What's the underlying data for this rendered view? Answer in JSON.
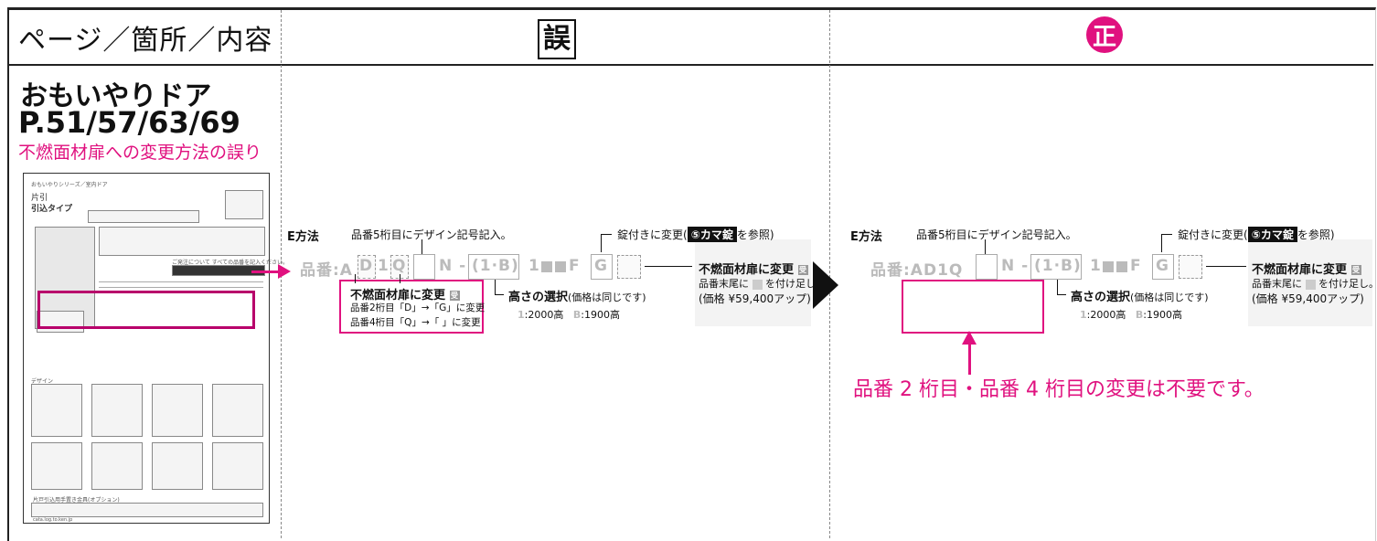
{
  "header": {
    "col1": "ページ／箇所／内容",
    "col2": "誤",
    "col3": "正"
  },
  "left": {
    "product": "おもいやりドア",
    "pages": "P.51/57/63/69",
    "note": "不燃面材扉への変更方法の誤り"
  },
  "thumbnail": {
    "series": "おもいやりシリーズ／室内ドア",
    "type1": "片引",
    "type2": "引込タイプ",
    "order_note": "ご発注について すべての品番を記入ください。",
    "design_title": "デザイン",
    "option_title": "片戸引込用手置き金具(オプション)",
    "footer": "cata.log.to.ken.jp"
  },
  "wrong": {
    "section_label": "E方法",
    "code_prefix": "品番:A",
    "code_d": "D",
    "code_1": "1",
    "code_q": "Q",
    "code_n": "N -",
    "code_height": "(1·B)",
    "code_1b": "1",
    "code_f": "F",
    "code_g": "G",
    "design_note": "品番5桁目にデザイン記号記入。",
    "lock_note_prefix": "錠付きに変更(",
    "lock_badge": "⑤カマ錠",
    "lock_note_suffix": "を参照)",
    "fire_title": "不燃面材扉に変更",
    "fire_icon": "受",
    "fire_line1": "品番2桁目「D」→「G」に変更",
    "fire_line2": "品番4桁目「Q」→「 」に変更",
    "height_title": "高さの選択",
    "height_note": "(価格は同じです)",
    "height_1": "1",
    "height_1_label": ":2000高",
    "height_b": "B",
    "height_b_label": ":1900高",
    "side_title": "不燃面材扉に変更",
    "side_icon": "受",
    "side_line1": "品番末尾に",
    "side_line1b": "を付け足し。",
    "side_price": "(価格 ¥59,400アップ)"
  },
  "right": {
    "section_label": "E方法",
    "code_prefix": "品番:AD1Q",
    "code_n": "N -",
    "code_height": "(1·B)",
    "code_1b": "1",
    "code_f": "F",
    "code_g": "G",
    "design_note": "品番5桁目にデザイン記号記入。",
    "lock_note_prefix": "錠付きに変更(",
    "lock_badge": "⑤カマ錠",
    "lock_note_suffix": "を参照)",
    "height_title": "高さの選択",
    "height_note": "(価格は同じです)",
    "height_1": "1",
    "height_1_label": ":2000高",
    "height_b": "B",
    "height_b_label": ":1900高",
    "side_title": "不燃面材扉に変更",
    "side_icon": "受",
    "side_line1": "品番末尾に",
    "side_line1b": "を付け足し。",
    "side_price": "(価格 ¥59,400アップ)",
    "correction": "品番 2 桁目・品番 4 桁目の変更は不要です。"
  },
  "colors": {
    "accent": "#e0117f",
    "thumb_highlight": "#b8006b",
    "panel_bg": "#f3f3f3"
  }
}
